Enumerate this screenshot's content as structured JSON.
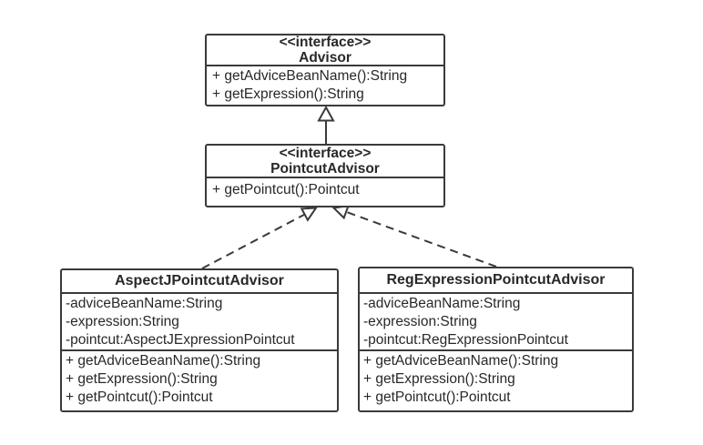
{
  "diagram": {
    "kind": "uml-class-diagram",
    "colors": {
      "background": "#ffffff",
      "line": "#3a3a3a",
      "text": "#282828"
    },
    "classes": {
      "advisor": {
        "stereotype": "<<interface>>",
        "name": "Advisor",
        "methods": [
          "+ getAdviceBeanName():String",
          "+ getExpression():String"
        ]
      },
      "pointcutAdvisor": {
        "stereotype": "<<interface>>",
        "name": "PointcutAdvisor",
        "methods": [
          "+ getPointcut():Pointcut"
        ]
      },
      "aspectJPointcutAdvisor": {
        "name": "AspectJPointcutAdvisor",
        "fields": [
          "-adviceBeanName:String",
          "-expression:String",
          "-pointcut:AspectJExpressionPointcut"
        ],
        "methods": [
          "+ getAdviceBeanName():String",
          "+ getExpression():String",
          "+ getPointcut():Pointcut"
        ]
      },
      "regExpressionPointcutAdvisor": {
        "name": "RegExpressionPointcutAdvisor",
        "fields": [
          "-adviceBeanName:String",
          "-expression:String",
          "-pointcut:RegExpressionPointcut"
        ],
        "methods": [
          "+ getAdviceBeanName():String",
          "+ getExpression():String",
          "+ getPointcut():Pointcut"
        ]
      }
    },
    "relationships": [
      {
        "from": "PointcutAdvisor",
        "to": "Advisor",
        "type": "generalization",
        "line": "solid",
        "arrowhead": "hollow-triangle"
      },
      {
        "from": "AspectJPointcutAdvisor",
        "to": "PointcutAdvisor",
        "type": "realization",
        "line": "dashed",
        "arrowhead": "hollow-triangle"
      },
      {
        "from": "RegExpressionPointcutAdvisor",
        "to": "PointcutAdvisor",
        "type": "realization",
        "line": "dashed",
        "arrowhead": "hollow-triangle"
      }
    ]
  }
}
